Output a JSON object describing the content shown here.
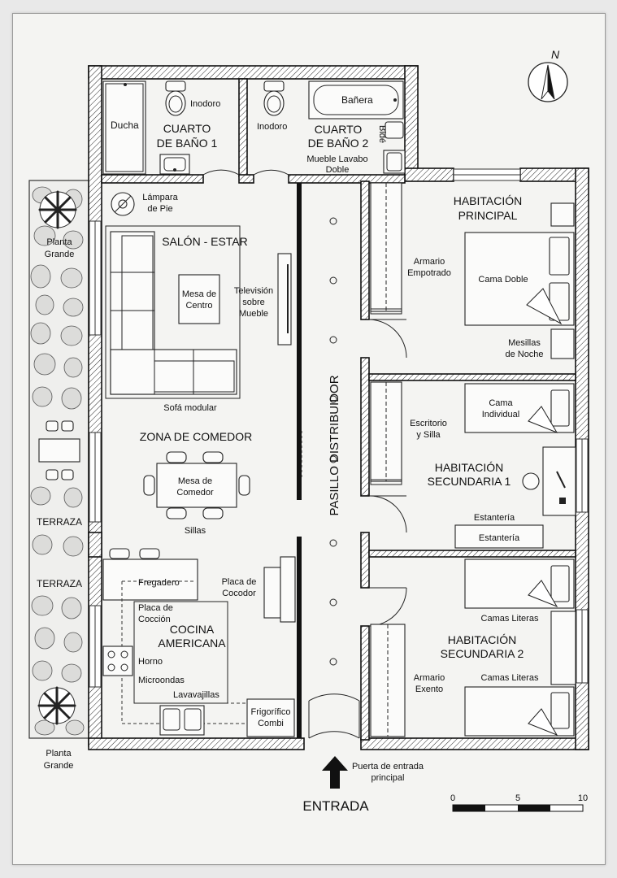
{
  "plan": {
    "rooms": {
      "bath1": "CUARTO DE BAÑO 1",
      "bath1_line1": "CUARTO",
      "bath1_line2": "DE BAÑO 1",
      "bath2_line1": "CUARTO",
      "bath2_line2": "DE BAÑO 2",
      "living": "SALÓN - ESTAR",
      "dining": "ZONA DE COMEDOR",
      "kitchen_line1": "COCINA",
      "kitchen_line2": "AMERICANA",
      "hall": "PASILLO DISTRIBUIDOR",
      "master_line1": "HABITACIÓN",
      "master_line2": "PRINCIPAL",
      "sec1_line1": "HABITACIÓN",
      "sec1_line2": "SECUNDARIA 1",
      "sec2_line1": "HABITACIÓN",
      "sec2_line2": "SECUNDARIA 2",
      "terrace": "TERRAZA"
    },
    "fixtures": {
      "shower": "Ducha",
      "toilet1": "Inodoro",
      "toilet2": "Inodoro",
      "bathtub": "Bañera",
      "bidet": "Bidé",
      "vanity_line1": "Mueble Lavabo",
      "vanity_line2": "Doble",
      "lamp_line1": "Lámpara",
      "lamp_line2": "de Pie",
      "plant_top_line1": "Planta",
      "plant_top_line2": "Grande",
      "plant_bottom_line1": "Planta",
      "plant_bottom_line2": "Grande",
      "coffee_table_line1": "Mesa de",
      "coffee_table_line2": "Centro",
      "tv_line1": "Televisión",
      "tv_line2": "sobre",
      "tv_line3": "Mueble",
      "sofa": "Sofá modular",
      "dining_table_line1": "Mesa de",
      "dining_table_line2": "Comedor",
      "chairs": "Sillas",
      "sink": "Fregadero",
      "hob_line1": "Placa de",
      "hob_line2": "Cocción",
      "oven": "Horno",
      "microwave": "Microondas",
      "dishwasher": "Lavavajillas",
      "fridge_line1": "Frigorífico",
      "fridge_line2": "Combi",
      "stove_line1": "Placa de",
      "stove_line2": "Cocodor",
      "wardrobe_line1": "Armario",
      "wardrobe_line2": "Empotrado",
      "double_bed": "Cama Doble",
      "nightstand_line1": "Mesillas",
      "nightstand_line2": "de Noche",
      "single_bed_line1": "Cama",
      "single_bed_line2": "Individual",
      "desk_line1": "Escritorio",
      "desk_line2": "y Silla",
      "shelf_label": "Estantería",
      "shelf_inner": "Estantería",
      "bunk_top": "Camas Literas",
      "bunk_bottom": "Camas Literas",
      "closet_line1": "Armario",
      "closet_line2": "Exento"
    },
    "entrance": {
      "door_line1": "Puerta de entrada",
      "door_line2": "principal",
      "label": "ENTRADA"
    },
    "compass": {
      "north": "N"
    },
    "scale": {
      "tick_0": "0",
      "tick_5": "5",
      "tick_10": "10"
    }
  }
}
